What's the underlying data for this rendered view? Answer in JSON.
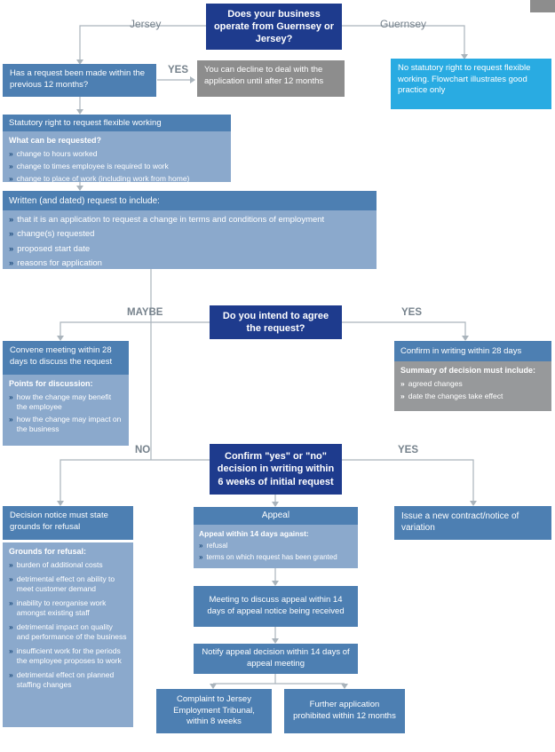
{
  "colors": {
    "dark_blue": "#1e3b8d",
    "mid_blue": "#4d7fb2",
    "light_blue": "#8ba9cc",
    "gray": "#8d8d8d",
    "summary_gray": "#97999b",
    "cyan": "#29abe2",
    "line": "#aab4bc",
    "label_gray": "#76828c"
  },
  "icons": {
    "bullet": "»"
  },
  "edge_labels": {
    "jersey": "Jersey",
    "guernsey": "Guernsey",
    "yes_decline": "YES",
    "maybe": "MAYBE",
    "yes_agree": "YES",
    "no": "NO",
    "yes_confirm": "YES"
  },
  "nodes": {
    "start": "Does your business operate from Guernsey or Jersey?",
    "prior_request": "Has a request been made within the previous 12 months?",
    "decline": "You can decline to deal with the application until after 12 months",
    "guernsey_note": "No statutory right to request flexible working. Flowchart illustrates good practice only",
    "statutory": {
      "title": "Statutory right to request flexible working",
      "subtitle": "What can be requested?",
      "items": [
        "change to hours worked",
        "change to times employee is required to work",
        "change to place of work (including work from home)"
      ]
    },
    "written": {
      "title": "Written (and dated) request to include:",
      "items": [
        "that it is an application to request a change in terms and conditions of employment",
        "change(s) requested",
        "proposed start date",
        "reasons for application"
      ]
    },
    "intend": "Do you intend to agree the request?",
    "convene": {
      "title": "Convene meeting within 28 days to discuss the request",
      "subtitle": "Points for discussion:",
      "items": [
        "how the change may benefit the employee",
        "how the change may impact on the business"
      ]
    },
    "confirm28": {
      "title": "Confirm in writing within 28 days",
      "subtitle": "Summary of decision must include:",
      "items": [
        "agreed changes",
        "date the changes take effect"
      ]
    },
    "decision6w": "Confirm \"yes\" or \"no\" decision in writing within 6 weeks of initial request",
    "refusal": {
      "title": "Decision notice must state grounds for refusal",
      "subtitle": "Grounds for refusal:",
      "items": [
        "burden of additional costs",
        "detrimental effect on ability to meet customer demand",
        "inability to reorganise work amongst existing staff",
        "detrimental impact on quality and performance of the business",
        "insufficient work for the periods the employee proposes to work",
        "detrimental effect on planned staffing changes"
      ]
    },
    "contract": "Issue a new contract/notice of variation",
    "appeal": {
      "title": "Appeal",
      "subtitle": "Appeal within 14 days against:",
      "items": [
        "refusal",
        "terms on which request has been granted"
      ]
    },
    "appeal_meeting": "Meeting to discuss appeal within 14 days of appeal notice being received",
    "appeal_decision": "Notify appeal decision within 14 days of appeal meeting",
    "tribunal": "Complaint to Jersey Employment Tribunal, within 8 weeks",
    "prohibited": "Further application prohibited within 12 months"
  }
}
